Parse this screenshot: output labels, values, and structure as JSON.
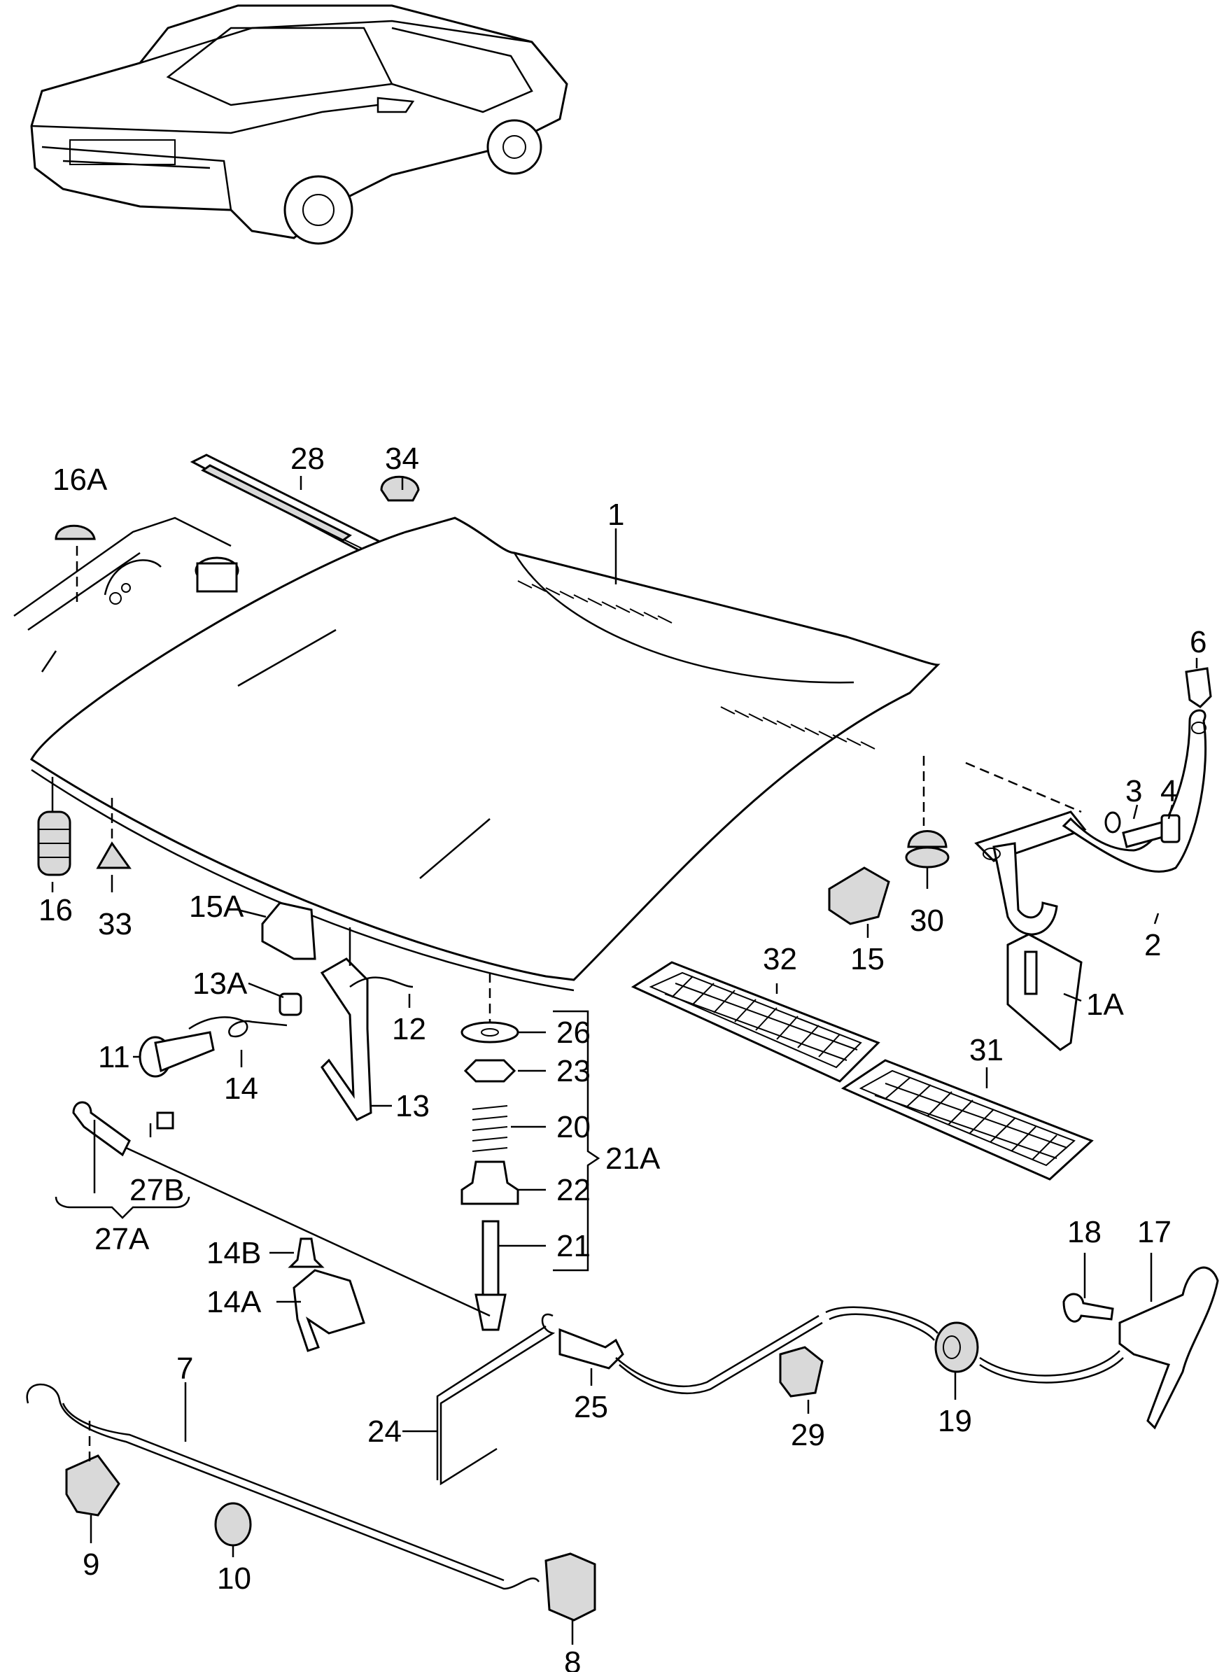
{
  "callouts": [
    {
      "id": "c1",
      "text": "1"
    },
    {
      "id": "c1A",
      "text": "1A"
    },
    {
      "id": "c2",
      "text": "2"
    },
    {
      "id": "c3",
      "text": "3"
    },
    {
      "id": "c4",
      "text": "4"
    },
    {
      "id": "c6",
      "text": "6"
    },
    {
      "id": "c7",
      "text": "7"
    },
    {
      "id": "c8",
      "text": "8"
    },
    {
      "id": "c9",
      "text": "9"
    },
    {
      "id": "c10",
      "text": "10"
    },
    {
      "id": "c11",
      "text": "11"
    },
    {
      "id": "c12",
      "text": "12"
    },
    {
      "id": "c13",
      "text": "13"
    },
    {
      "id": "c13A",
      "text": "13A"
    },
    {
      "id": "c14",
      "text": "14"
    },
    {
      "id": "c14A",
      "text": "14A"
    },
    {
      "id": "c14B",
      "text": "14B"
    },
    {
      "id": "c15",
      "text": "15"
    },
    {
      "id": "c15A",
      "text": "15A"
    },
    {
      "id": "c16",
      "text": "16"
    },
    {
      "id": "c16A",
      "text": "16A"
    },
    {
      "id": "c17",
      "text": "17"
    },
    {
      "id": "c18",
      "text": "18"
    },
    {
      "id": "c19",
      "text": "19"
    },
    {
      "id": "c20",
      "text": "20"
    },
    {
      "id": "c21",
      "text": "21"
    },
    {
      "id": "c21A",
      "text": "21A"
    },
    {
      "id": "c22",
      "text": "22"
    },
    {
      "id": "c23",
      "text": "23"
    },
    {
      "id": "c24",
      "text": "24"
    },
    {
      "id": "c25",
      "text": "25"
    },
    {
      "id": "c26",
      "text": "26"
    },
    {
      "id": "c27A",
      "text": "27A"
    },
    {
      "id": "c27B",
      "text": "27B"
    },
    {
      "id": "c28",
      "text": "28"
    },
    {
      "id": "c29",
      "text": "29"
    },
    {
      "id": "c30",
      "text": "30"
    },
    {
      "id": "c31",
      "text": "31"
    },
    {
      "id": "c32",
      "text": "32"
    },
    {
      "id": "c33",
      "text": "33"
    },
    {
      "id": "c34",
      "text": "34"
    }
  ]
}
